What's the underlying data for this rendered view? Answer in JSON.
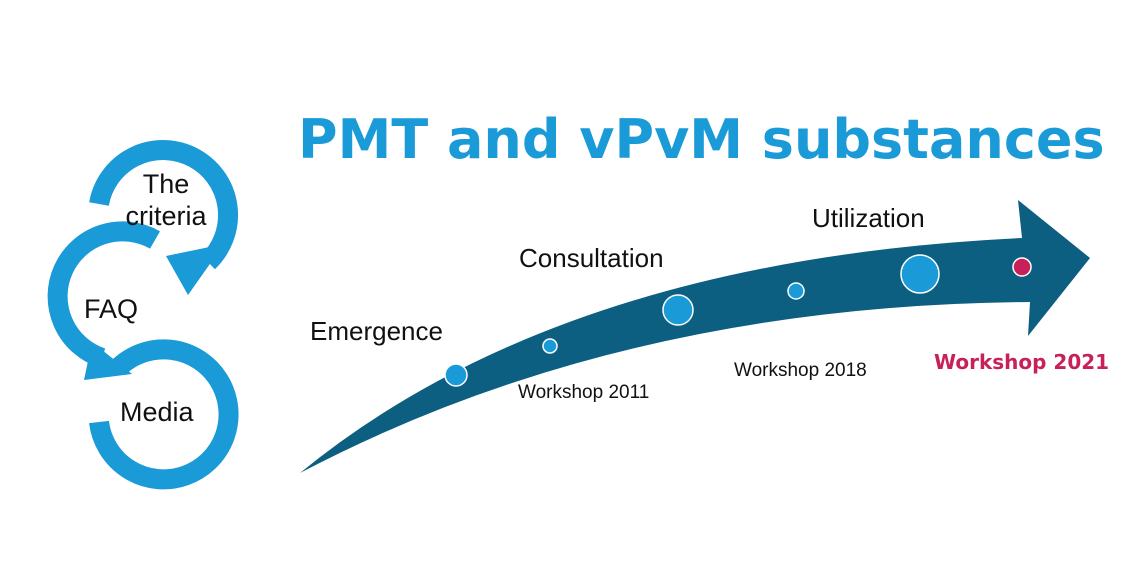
{
  "title": "PMT and vPvM substances",
  "cycle": {
    "top": {
      "line1": "The",
      "line2": "criteria"
    },
    "middle": "FAQ",
    "bottom": "Media"
  },
  "phases": {
    "emergence": "Emergence",
    "consultation": "Consultation",
    "utilization": "Utilization"
  },
  "workshops": {
    "w2011": "Workshop 2011",
    "w2018": "Workshop 2018",
    "w2021": "Workshop 2021"
  },
  "colors": {
    "title": "#1a9ad6",
    "cycle_arrow": "#1a9ad6",
    "timeline_arrow": "#0c5f80",
    "dot": "#1a9ad6",
    "highlight": "#c8215a"
  }
}
